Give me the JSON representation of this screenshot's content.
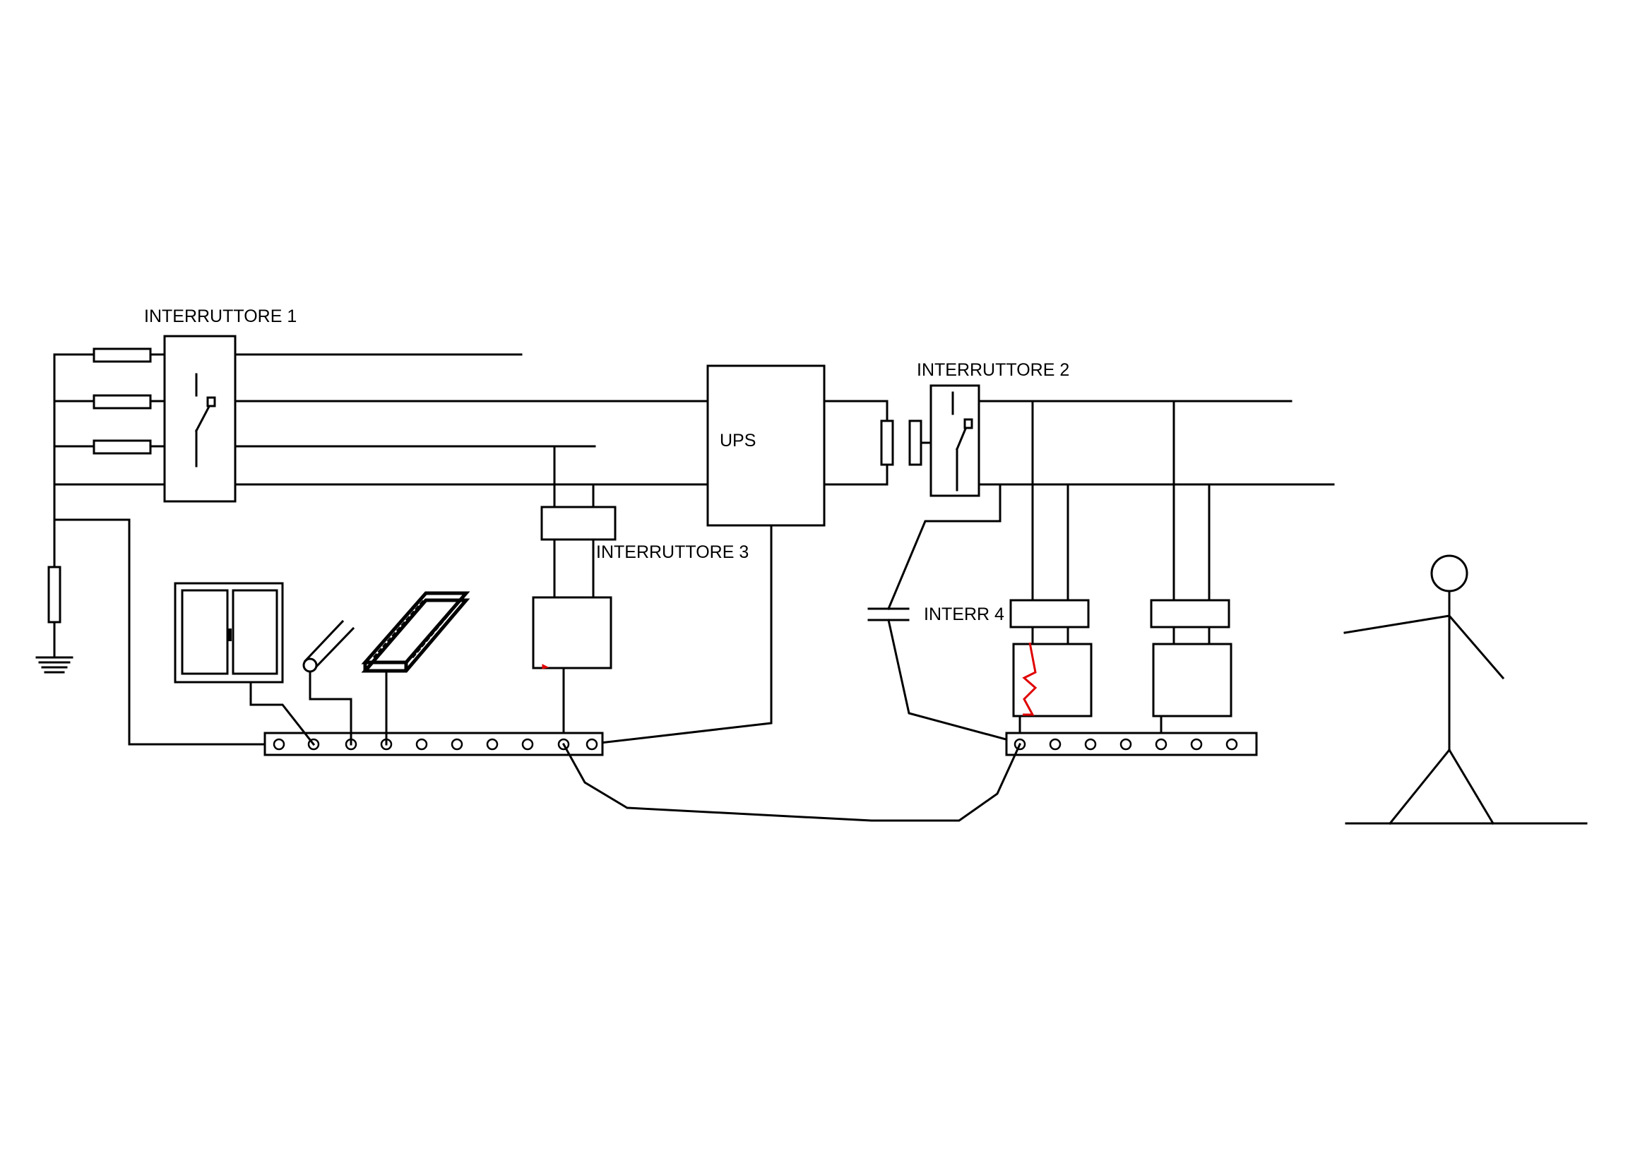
{
  "labels": {
    "switch1": "INTERRUTTORE 1",
    "switch2": "INTERRUTTORE 2",
    "switch3": "INTERRUTTORE 3",
    "switch4": "INTERR 4",
    "ups": "UPS"
  },
  "colors": {
    "line": "#000000",
    "fault": "#e00000",
    "background": "#ffffff"
  }
}
